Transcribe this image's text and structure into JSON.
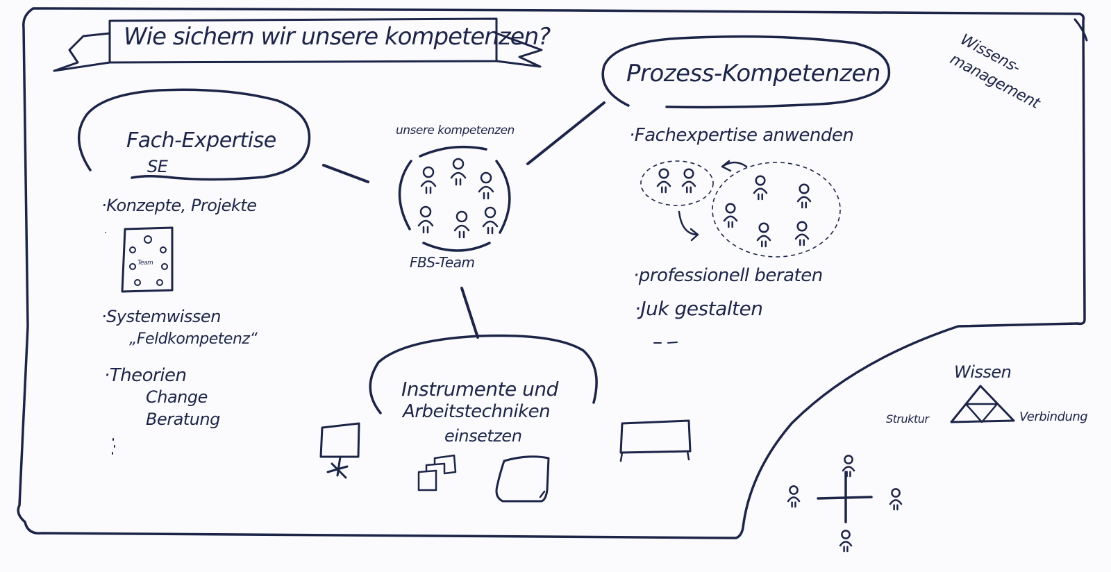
{
  "title": "Wie sichern wir unsere kompetenzen?",
  "corner_label": "Wissens-\nmanagement",
  "center": {
    "top_label": "unsere kompetenzen",
    "bottom_label": "FBS-Team"
  },
  "fach": {
    "title": "Fach-Expertise",
    "subtitle": "SE",
    "bullets": [
      "·Konzepte, Projekte",
      "·Systemwissen",
      "„Feldkompetenz“",
      "·Theorien",
      "Change",
      "Beratung"
    ],
    "board_word": "Team"
  },
  "prozess": {
    "title": "Prozess-Kompetenzen",
    "bullets": [
      "·Fachexpertise anwenden",
      "·professionell beraten",
      "·Juk gestalten"
    ]
  },
  "instrumente": {
    "title_line1": "Instrumente und",
    "title_line2": "Arbeitstechniken",
    "title_line3": "einsetzen"
  },
  "wissen": {
    "title": "Wissen",
    "left_label": "Struktur",
    "right_label": "Verbindung"
  }
}
